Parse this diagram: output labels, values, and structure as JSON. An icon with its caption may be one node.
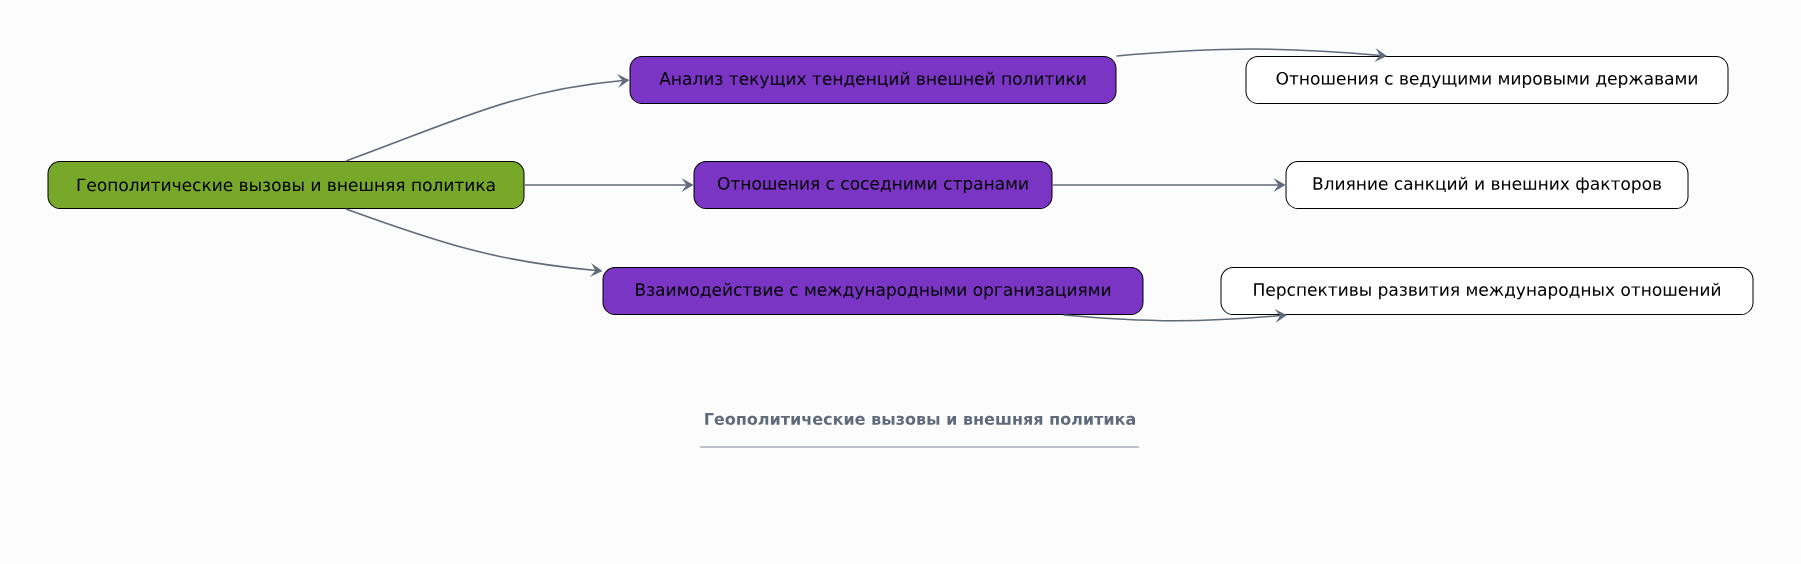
{
  "diagram": {
    "caption": "Геополитические вызовы и внешняя политика",
    "nodes": [
      {
        "text": [
          "Геополитические вызовы и внешняя политика"
        ]
      },
      {
        "text": [
          "Анализ текущих тенденций внешней политики"
        ]
      },
      {
        "text": [
          "Отношения с соседними странами"
        ]
      },
      {
        "text": [
          "Взаимодействие с международными организациями"
        ]
      },
      {
        "text": [
          "Отношения с ведущими мировыми державами"
        ]
      },
      {
        "text": [
          "Влияние санкций и внешних факторов"
        ]
      },
      {
        "text": [
          "Перспективы развития международных отношений"
        ]
      }
    ],
    "edges": [
      {
        "from": 0,
        "to": 1,
        "arrow": "to"
      },
      {
        "from": 0,
        "to": 2,
        "arrow": "to"
      },
      {
        "from": 0,
        "to": 3,
        "arrow": "to"
      },
      {
        "from": 1,
        "to": 4,
        "arrow": "to"
      },
      {
        "from": 2,
        "to": 5,
        "arrow": "to"
      },
      {
        "from": 3,
        "to": 6,
        "arrow": "to"
      }
    ]
  }
}
